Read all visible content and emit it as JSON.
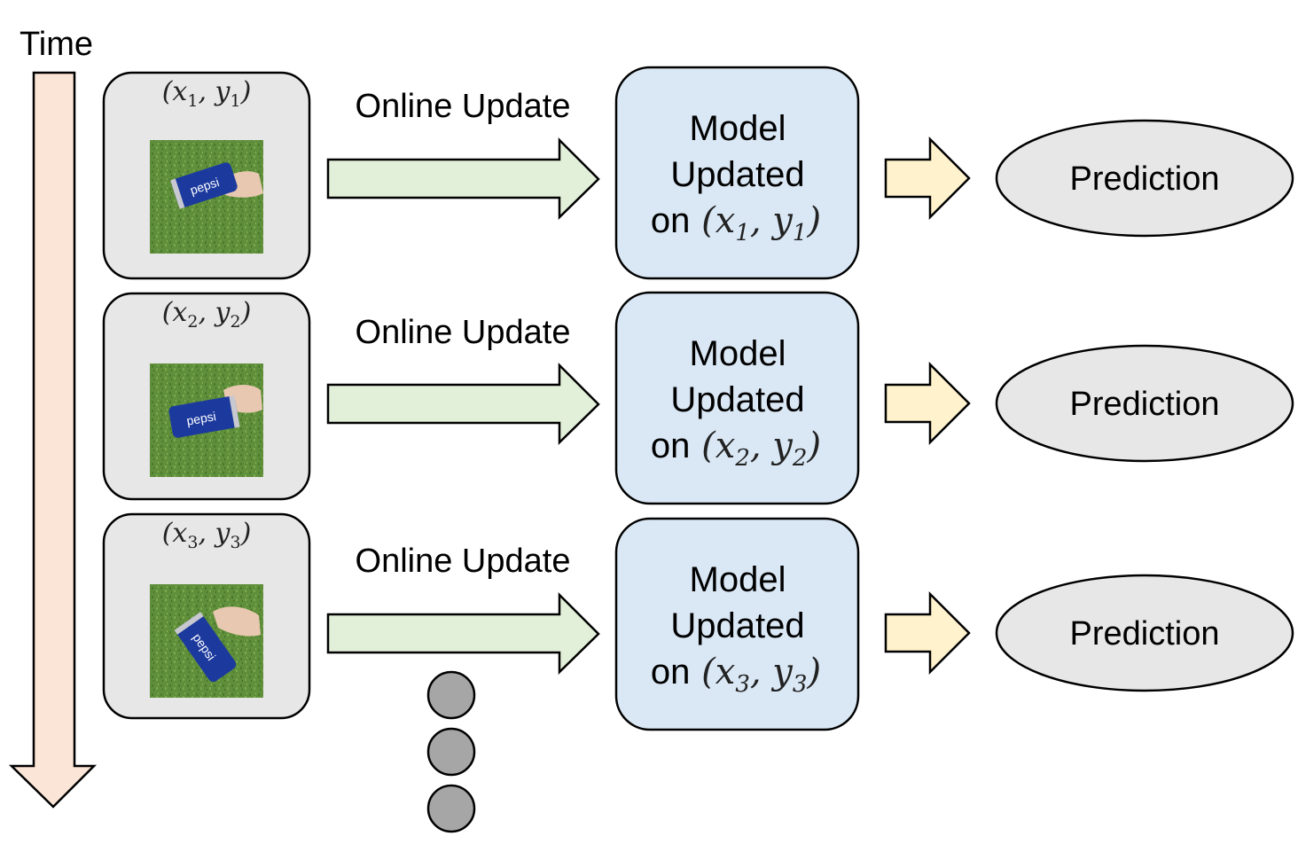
{
  "time_label": "Time",
  "rows": [
    {
      "pair": {
        "x": "x",
        "xs": "1",
        "y": "y",
        "ys": "1"
      },
      "arrow_label": "Online Update",
      "model": {
        "line1": "Model",
        "line2": "Updated",
        "on": "on",
        "x": "x",
        "xs": "1",
        "y": "y",
        "ys": "1"
      },
      "prediction": "Prediction"
    },
    {
      "pair": {
        "x": "x",
        "xs": "2",
        "y": "y",
        "ys": "2"
      },
      "arrow_label": "Online Update",
      "model": {
        "line1": "Model",
        "line2": "Updated",
        "on": "on",
        "x": "x",
        "xs": "2",
        "y": "y",
        "ys": "2"
      },
      "prediction": "Prediction"
    },
    {
      "pair": {
        "x": "x",
        "xs": "3",
        "y": "y",
        "ys": "3"
      },
      "arrow_label": "Online Update",
      "model": {
        "line1": "Model",
        "line2": "Updated",
        "on": "on",
        "x": "x",
        "xs": "3",
        "y": "y",
        "ys": "3"
      },
      "prediction": "Prediction"
    }
  ],
  "colors": {
    "time_arrow": "#fbe5d6",
    "update_arrow": "#e2efd9",
    "model_box": "#dae8f5",
    "predict_arrow": "#fff2cc",
    "prediction_ellipse": "#e7e7e7",
    "sample_box": "#e7e7e7",
    "ellipsis_dots": "#a6a6a6"
  },
  "icons": {
    "sample_image": "hand-holding-pepsi-can-on-grass-photo",
    "continuation": "vertical-ellipsis-dots"
  }
}
